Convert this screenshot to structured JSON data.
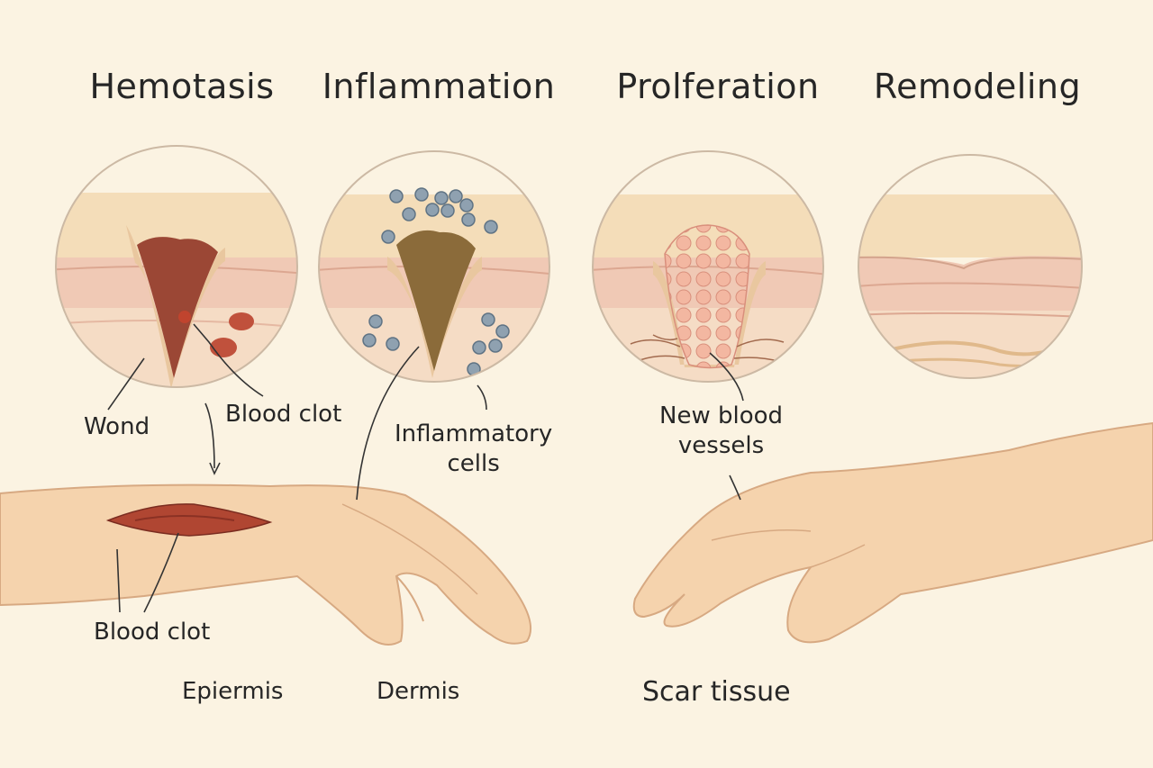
{
  "stages": [
    {
      "title": "Hemotasis"
    },
    {
      "title": "Inflammation"
    },
    {
      "title": "Prolferation"
    },
    {
      "title": "Remodeling"
    }
  ],
  "labels": {
    "wound": "Wond",
    "blood_clot_top": "Blood clot",
    "inflammatory_cells_1": "Inflammatory",
    "inflammatory_cells_2": "cells",
    "new_vessels_1": "New blood",
    "new_vessels_2": "vessels",
    "blood_clot_bottom": "Blood clot",
    "epidermis": "Epiermis",
    "dermis": "Dermis",
    "scar_tissue": "Scar tissue"
  },
  "colors": {
    "background": "#fbf3e2",
    "skin_top": "#f4ddb9",
    "dermis": "#f0c9b5",
    "clot": "#9b4735",
    "inflamed": "#8b6b3a",
    "granulation": "#eeaa95",
    "cell": "#8fa1b0"
  }
}
